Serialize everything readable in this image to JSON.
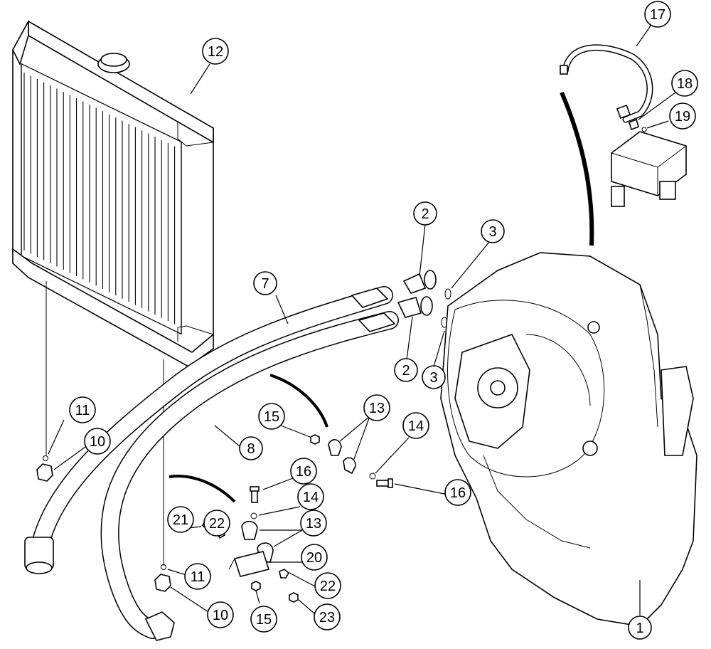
{
  "diagram": {
    "callouts": [
      {
        "id": "c17",
        "label": "17"
      },
      {
        "id": "c12",
        "label": "12"
      },
      {
        "id": "c18",
        "label": "18"
      },
      {
        "id": "c19",
        "label": "19"
      },
      {
        "id": "c2a",
        "label": "2"
      },
      {
        "id": "c3a",
        "label": "3"
      },
      {
        "id": "c7",
        "label": "7"
      },
      {
        "id": "c2b",
        "label": "2"
      },
      {
        "id": "c3b",
        "label": "3"
      },
      {
        "id": "c13a",
        "label": "13"
      },
      {
        "id": "c11a",
        "label": "11"
      },
      {
        "id": "c15a",
        "label": "15"
      },
      {
        "id": "c14a",
        "label": "14"
      },
      {
        "id": "c10a",
        "label": "10"
      },
      {
        "id": "c8",
        "label": "8"
      },
      {
        "id": "c16a",
        "label": "16"
      },
      {
        "id": "c16b",
        "label": "16"
      },
      {
        "id": "c14b",
        "label": "14"
      },
      {
        "id": "c21",
        "label": "21"
      },
      {
        "id": "c22a",
        "label": "22"
      },
      {
        "id": "c13b",
        "label": "13"
      },
      {
        "id": "c20",
        "label": "20"
      },
      {
        "id": "c11b",
        "label": "11"
      },
      {
        "id": "c22b",
        "label": "22"
      },
      {
        "id": "c10b",
        "label": "10"
      },
      {
        "id": "c15b",
        "label": "15"
      },
      {
        "id": "c23",
        "label": "23"
      },
      {
        "id": "c1",
        "label": "1"
      }
    ]
  }
}
